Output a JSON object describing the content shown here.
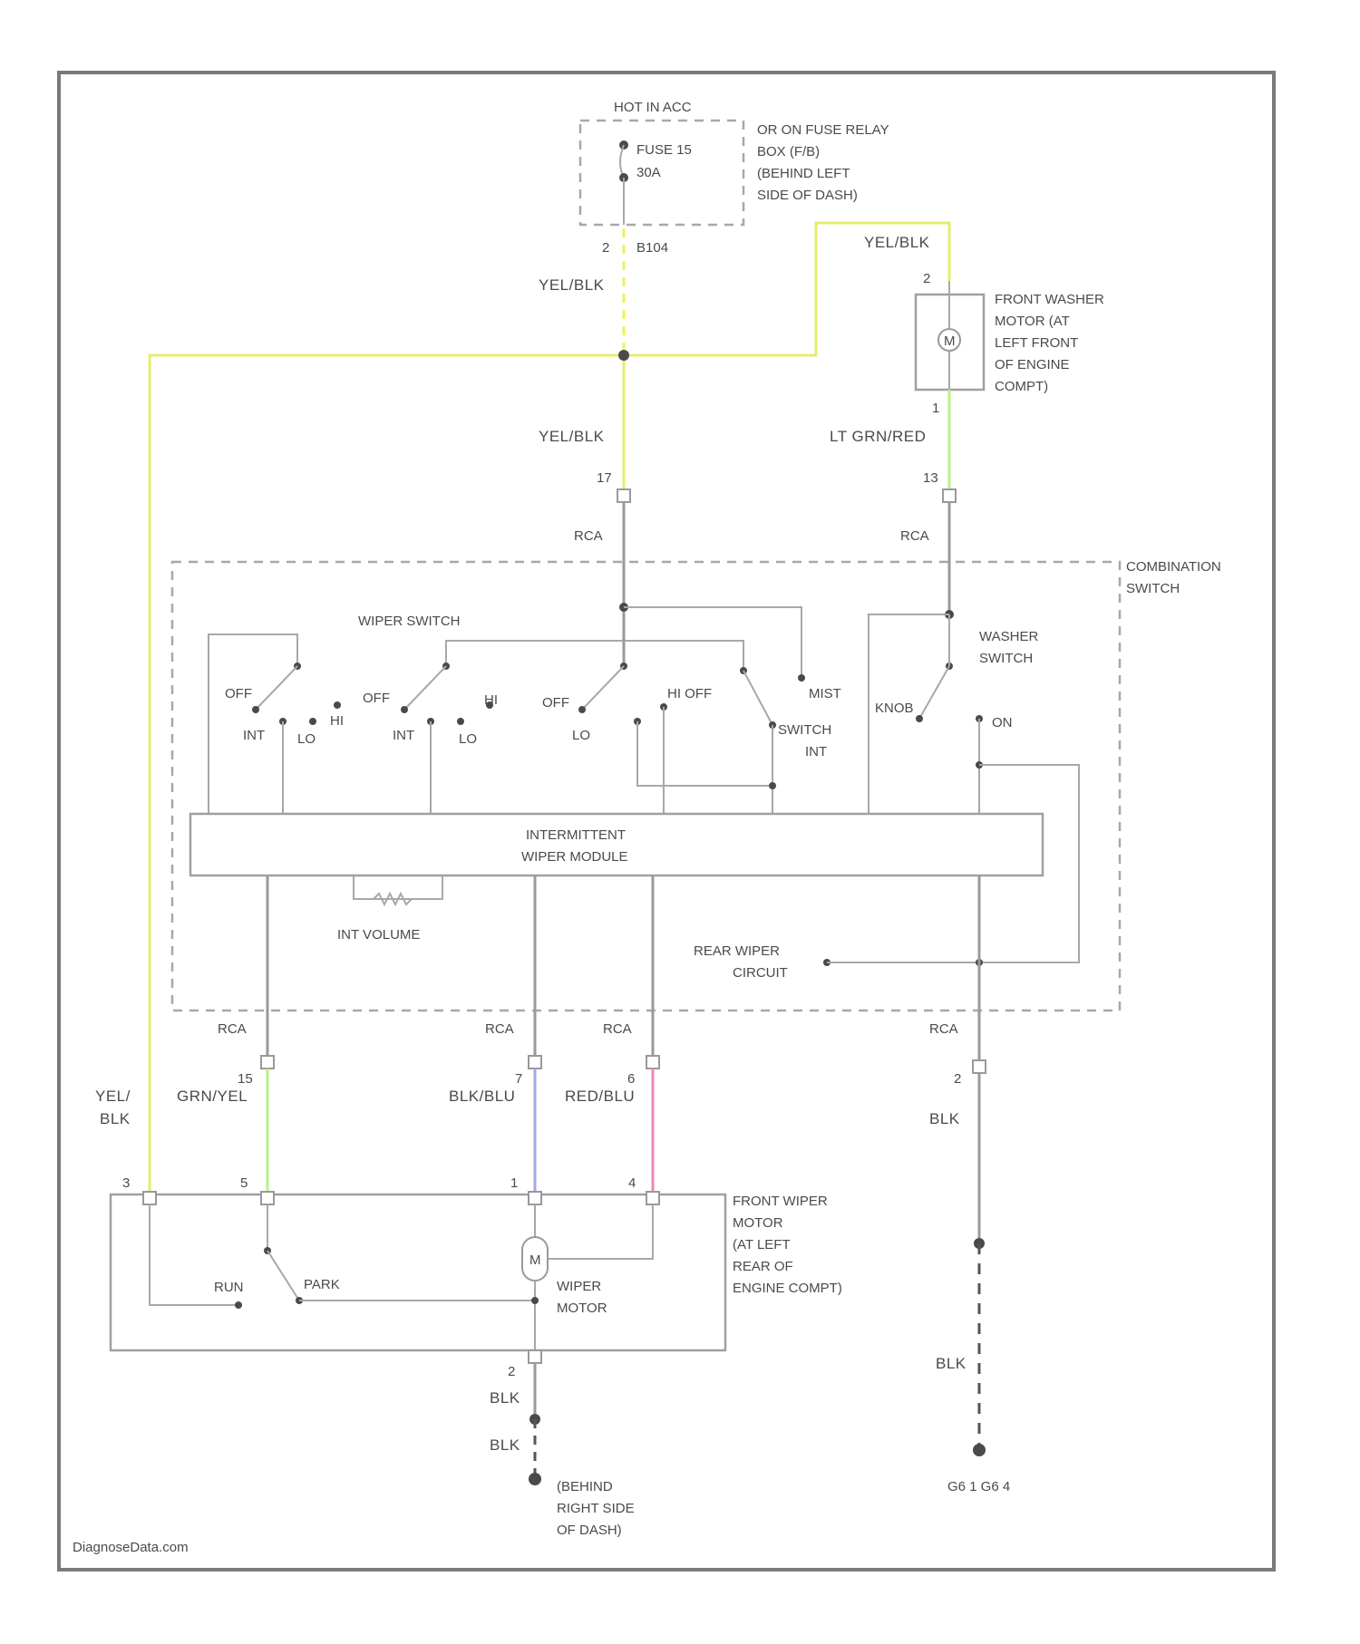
{
  "colors": {
    "yel_blk": "#e6ec6e",
    "grn_yel": "#b8f08a",
    "blu_blu": "#a0a8ee",
    "red_blu": "#ee88b8",
    "wire_gray": "#9a9a9a"
  },
  "fuse_box": {
    "supply": "HOT IN ACC",
    "fuse": [
      "FUSE 15",
      "30A"
    ],
    "label": [
      "OR ON FUSE RELAY",
      "BOX (F/B)",
      "(BEHIND LEFT",
      "SIDE OF DASH)"
    ],
    "pin": "2",
    "conn": "B104"
  },
  "washer_motor": {
    "label": [
      "FRONT WASHER",
      "MOTOR (AT",
      "LEFT FRONT",
      "OF ENGINE",
      "COMPT)"
    ],
    "symbol": "M",
    "pin_top": "2",
    "pin_bottom": "1"
  },
  "wires": {
    "yel_blk": "YEL/BLK",
    "lt_grn_red": "LT GRN/RED",
    "yel_blk_split": [
      "YEL/",
      "BLK"
    ],
    "grn_yel": "GRN/YEL",
    "blu_blu": "BLK/BLU",
    "red_blu": "RED/BLU",
    "blk": "BLK",
    "blk_ground": "BLK"
  },
  "pins": {
    "p17": "17",
    "p13": "13",
    "p15": "15",
    "p7": "7",
    "p6": "6",
    "p2": "2",
    "m3": "3",
    "m5": "5",
    "m1": "1",
    "m4": "4",
    "g2": "2"
  },
  "connector": "RCA",
  "combination_switch": {
    "label": [
      "COMBINATION",
      "SWITCH"
    ],
    "wiper_switch": "WIPER SWITCH",
    "washer_switch": [
      "WASHER",
      "SWITCH"
    ],
    "off": "OFF",
    "int": "INT",
    "lo": "LO",
    "hi": "HI",
    "mist": "MIST",
    "hi_off": "HI OFF",
    "switch_int": [
      "SWITCH",
      "INT"
    ],
    "knob": "KNOB",
    "on": "ON",
    "module": [
      "INTERMITTENT",
      "WIPER MODULE"
    ],
    "int_volume": "INT VOLUME",
    "rear_wiper": [
      "REAR WIPER",
      "CIRCUIT"
    ]
  },
  "wiper_motor": {
    "label": [
      "FRONT WIPER",
      "MOTOR",
      "(AT LEFT",
      "REAR OF",
      "ENGINE COMPT)"
    ],
    "symbol": "M",
    "name": [
      "WIPER",
      "MOTOR"
    ],
    "run": "RUN",
    "park": "PARK"
  },
  "ground_left": [
    "(BEHIND",
    "RIGHT SIDE",
    "OF DASH)"
  ],
  "ground_right": "G6 1 G6 4",
  "watermark": "DiagnoseData.com"
}
